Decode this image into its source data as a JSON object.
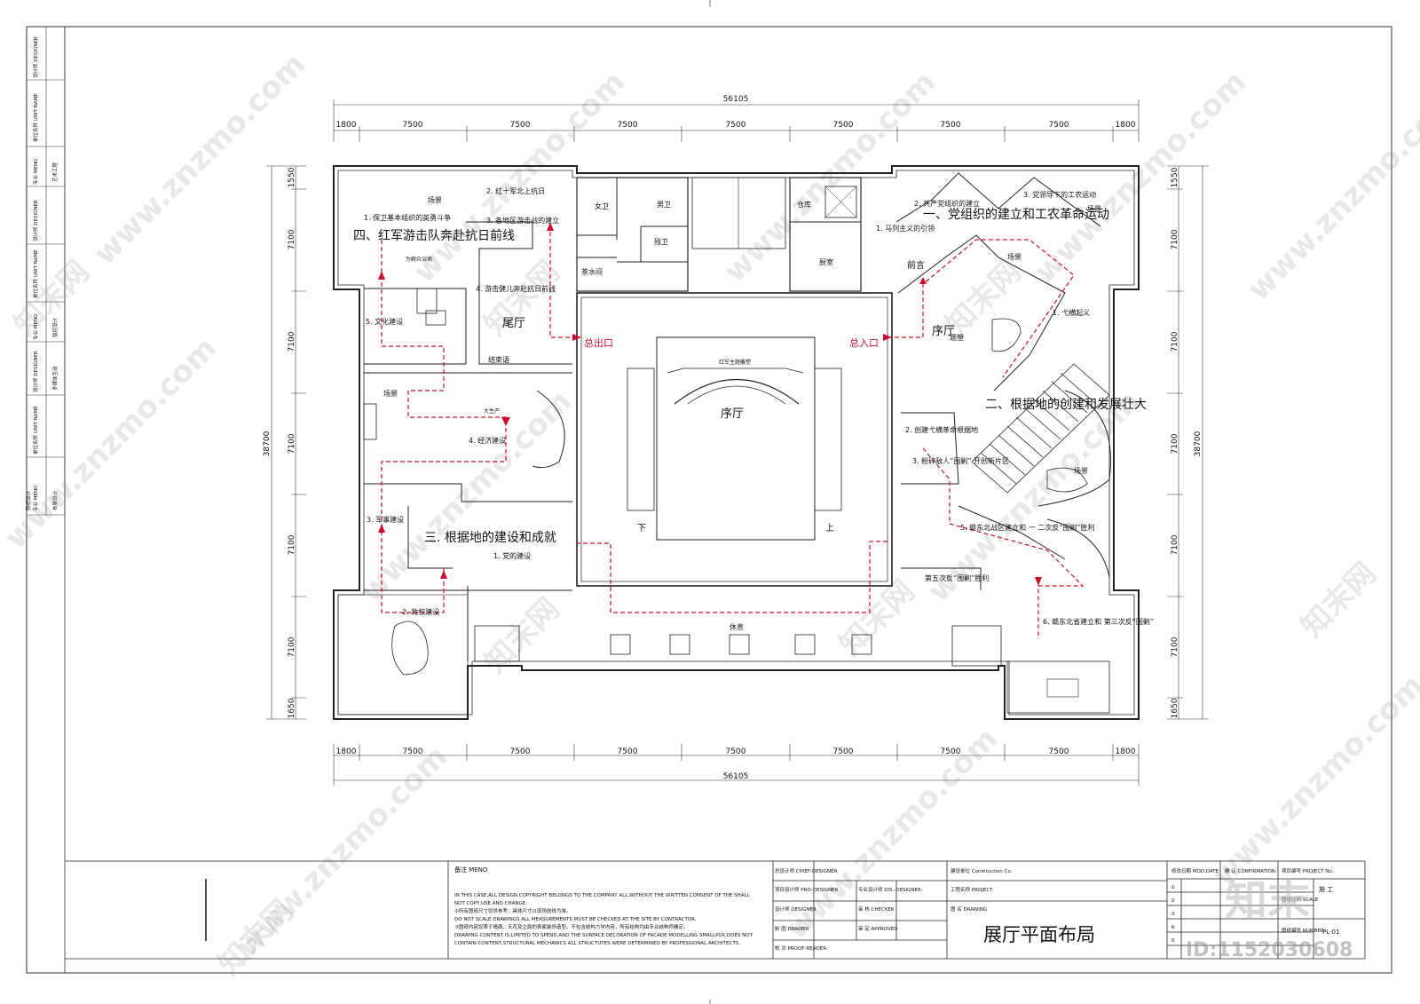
{
  "dimensions": {
    "total_width": "56105",
    "total_height": "38700",
    "top_segments": [
      "1800",
      "7500",
      "7500",
      "7500",
      "7500",
      "7500",
      "7500",
      "7500",
      "1800"
    ],
    "bottom_segments": [
      "1800",
      "7500",
      "7500",
      "7500",
      "7500",
      "7500",
      "7500",
      "7500",
      "1800"
    ],
    "left_segments": [
      "1550",
      "7100",
      "7100",
      "7100",
      "7100",
      "7100",
      "1650"
    ],
    "right_segments": [
      "1550",
      "7100",
      "7100",
      "7100",
      "7100",
      "7100",
      "1650"
    ]
  },
  "left_strip": {
    "col1": [
      "设计师 DESIGNER",
      "单位名称 UNIT NAME",
      "专业 MENO",
      "设计师 DESIGNER",
      "单位名称 UNIT NAME",
      "专业 MENO",
      "设计师 DESIGNER",
      "单位名称 UNIT NAME",
      "专业 MENO"
    ],
    "col2": [
      "艺术工程",
      "智控设计",
      "多媒体互动",
      "布展设计",
      "照明设计"
    ]
  },
  "sections": {
    "s1": "一、党组织的建立和工农革命运动",
    "s2": "二、根据地的创建和发展壮大",
    "s3": "三. 根据地的建设和成就",
    "s4": "四、红军游击队奔赴抗日前线"
  },
  "rooms": {
    "female_wc": "女卫",
    "male_wc": "男卫",
    "disabled_wc": "残卫",
    "tea_room": "茶水间",
    "storage": "仓库",
    "kitchen": "厨室",
    "preface": "前言",
    "xu_ting": "序厅",
    "wei_ting": "尾厅",
    "main_hall": "序厅",
    "conclusion": "结束语",
    "main_entrance": "总入口",
    "main_exit": "总出口",
    "rest": "休息",
    "down": "下",
    "up": "上",
    "theme_sculpture": "红军主题雕塑",
    "scene": "场景",
    "topic_sculpture": "题塑",
    "big_production": "大生产",
    "for_masses": "为群众治病"
  },
  "exhibits": {
    "a1": "1. 马列主义的引领",
    "a2": "2. 共产党组织的建立",
    "a3": "3. 党领导下的工农运动",
    "b1": "1. 弋横起义",
    "b2": "2. 创建弋横革命根据地",
    "b3": "3. 粉碎敌人“围剿” 开创新片区",
    "b5": "5. 赣东北战区建立和 一 二次反“围剿”胜利",
    "b5b": "第五次反“围剿”胜利",
    "b6": "6. 赣东北省建立和 第三次反“围剿”",
    "c1": "1. 党的建设",
    "c2": "2. 政权建设",
    "c3": "3. 军事建设",
    "c4": "4. 经济建设",
    "c5": "5. 文化建设",
    "d1": "1. 保卫基本组织的英勇斗争",
    "d2": "2. 红十军北上抗日",
    "d3": "3. 各地区游击战的建立",
    "d4": "4. 游击健儿奔赴抗日前线"
  },
  "title_block": {
    "notes_label": "备注 MENO",
    "note_lines": [
      "IN THIS CASE,ALL DESIGN COPYRIGHT BELONGS TO THE COMPANY ALL,WITHOUT THE WRITTEN CONSENT OF THE SHALL",
      "NOT COPY,USE,AND CHANGE.",
      "②所有图纸尺寸仅供参考，具体尺寸以现场放线为准。",
      "DO NOT SCALE DRAWINGS ALL MEASUREMENTS MUST BE CHECKED AT THE SITE BY CONTRACTOR.",
      "③图纸内容仅限于墙面，天花及立面的表面装饰造型，不包含结构力学内容，所有结构均由专业结构师确定。",
      "DRAWING CONTENT IS LIMITED TO SPEND,AND THE SURFACE DECORATION OF FACADE MODELLING SMALLPOX,DOES NOT",
      "CONTAIN CONTENT,STRUCTURAL MECHANICS ALL STRUCTUTES WERE DETERMINED BY PROFESSIONAL ARCHITECTS."
    ],
    "chief_designer": "总设计师 CHIEF-DESIGNER",
    "pro_designer": "项目设计师 PRO-DESIGNER",
    "dis_designer": "专业设计师 DIS.-DESIGNER",
    "designer": "设计师 DESIGNER",
    "checker": "审 核 CHECKER",
    "drawer": "制 图 DRAWER",
    "approved": "审 定 APPROVED",
    "proof": "校 对 PROOF-READER",
    "construction": "建设单位 Construction Co.",
    "project": "工程名称 PROJECT",
    "drawing_label": "图 名 DRAWING",
    "drawing_title": "展厅平面布局",
    "mod_date": "修改日期 MOD.DATE",
    "confirmation": "确 认 CONFIRMATION",
    "project_no": "项目编号 PROJECT No.",
    "scale": "图纸比例 SCALE",
    "phase": "施 工",
    "number_label": "图纸编号 NUMBER",
    "number": "PL-01",
    "marks": [
      "①",
      "②",
      "③",
      "④",
      "⑤"
    ]
  },
  "watermarks": {
    "site": "www.znzmo.com",
    "brand": "知末网",
    "logo": "知末",
    "id": "ID:1152030608"
  }
}
